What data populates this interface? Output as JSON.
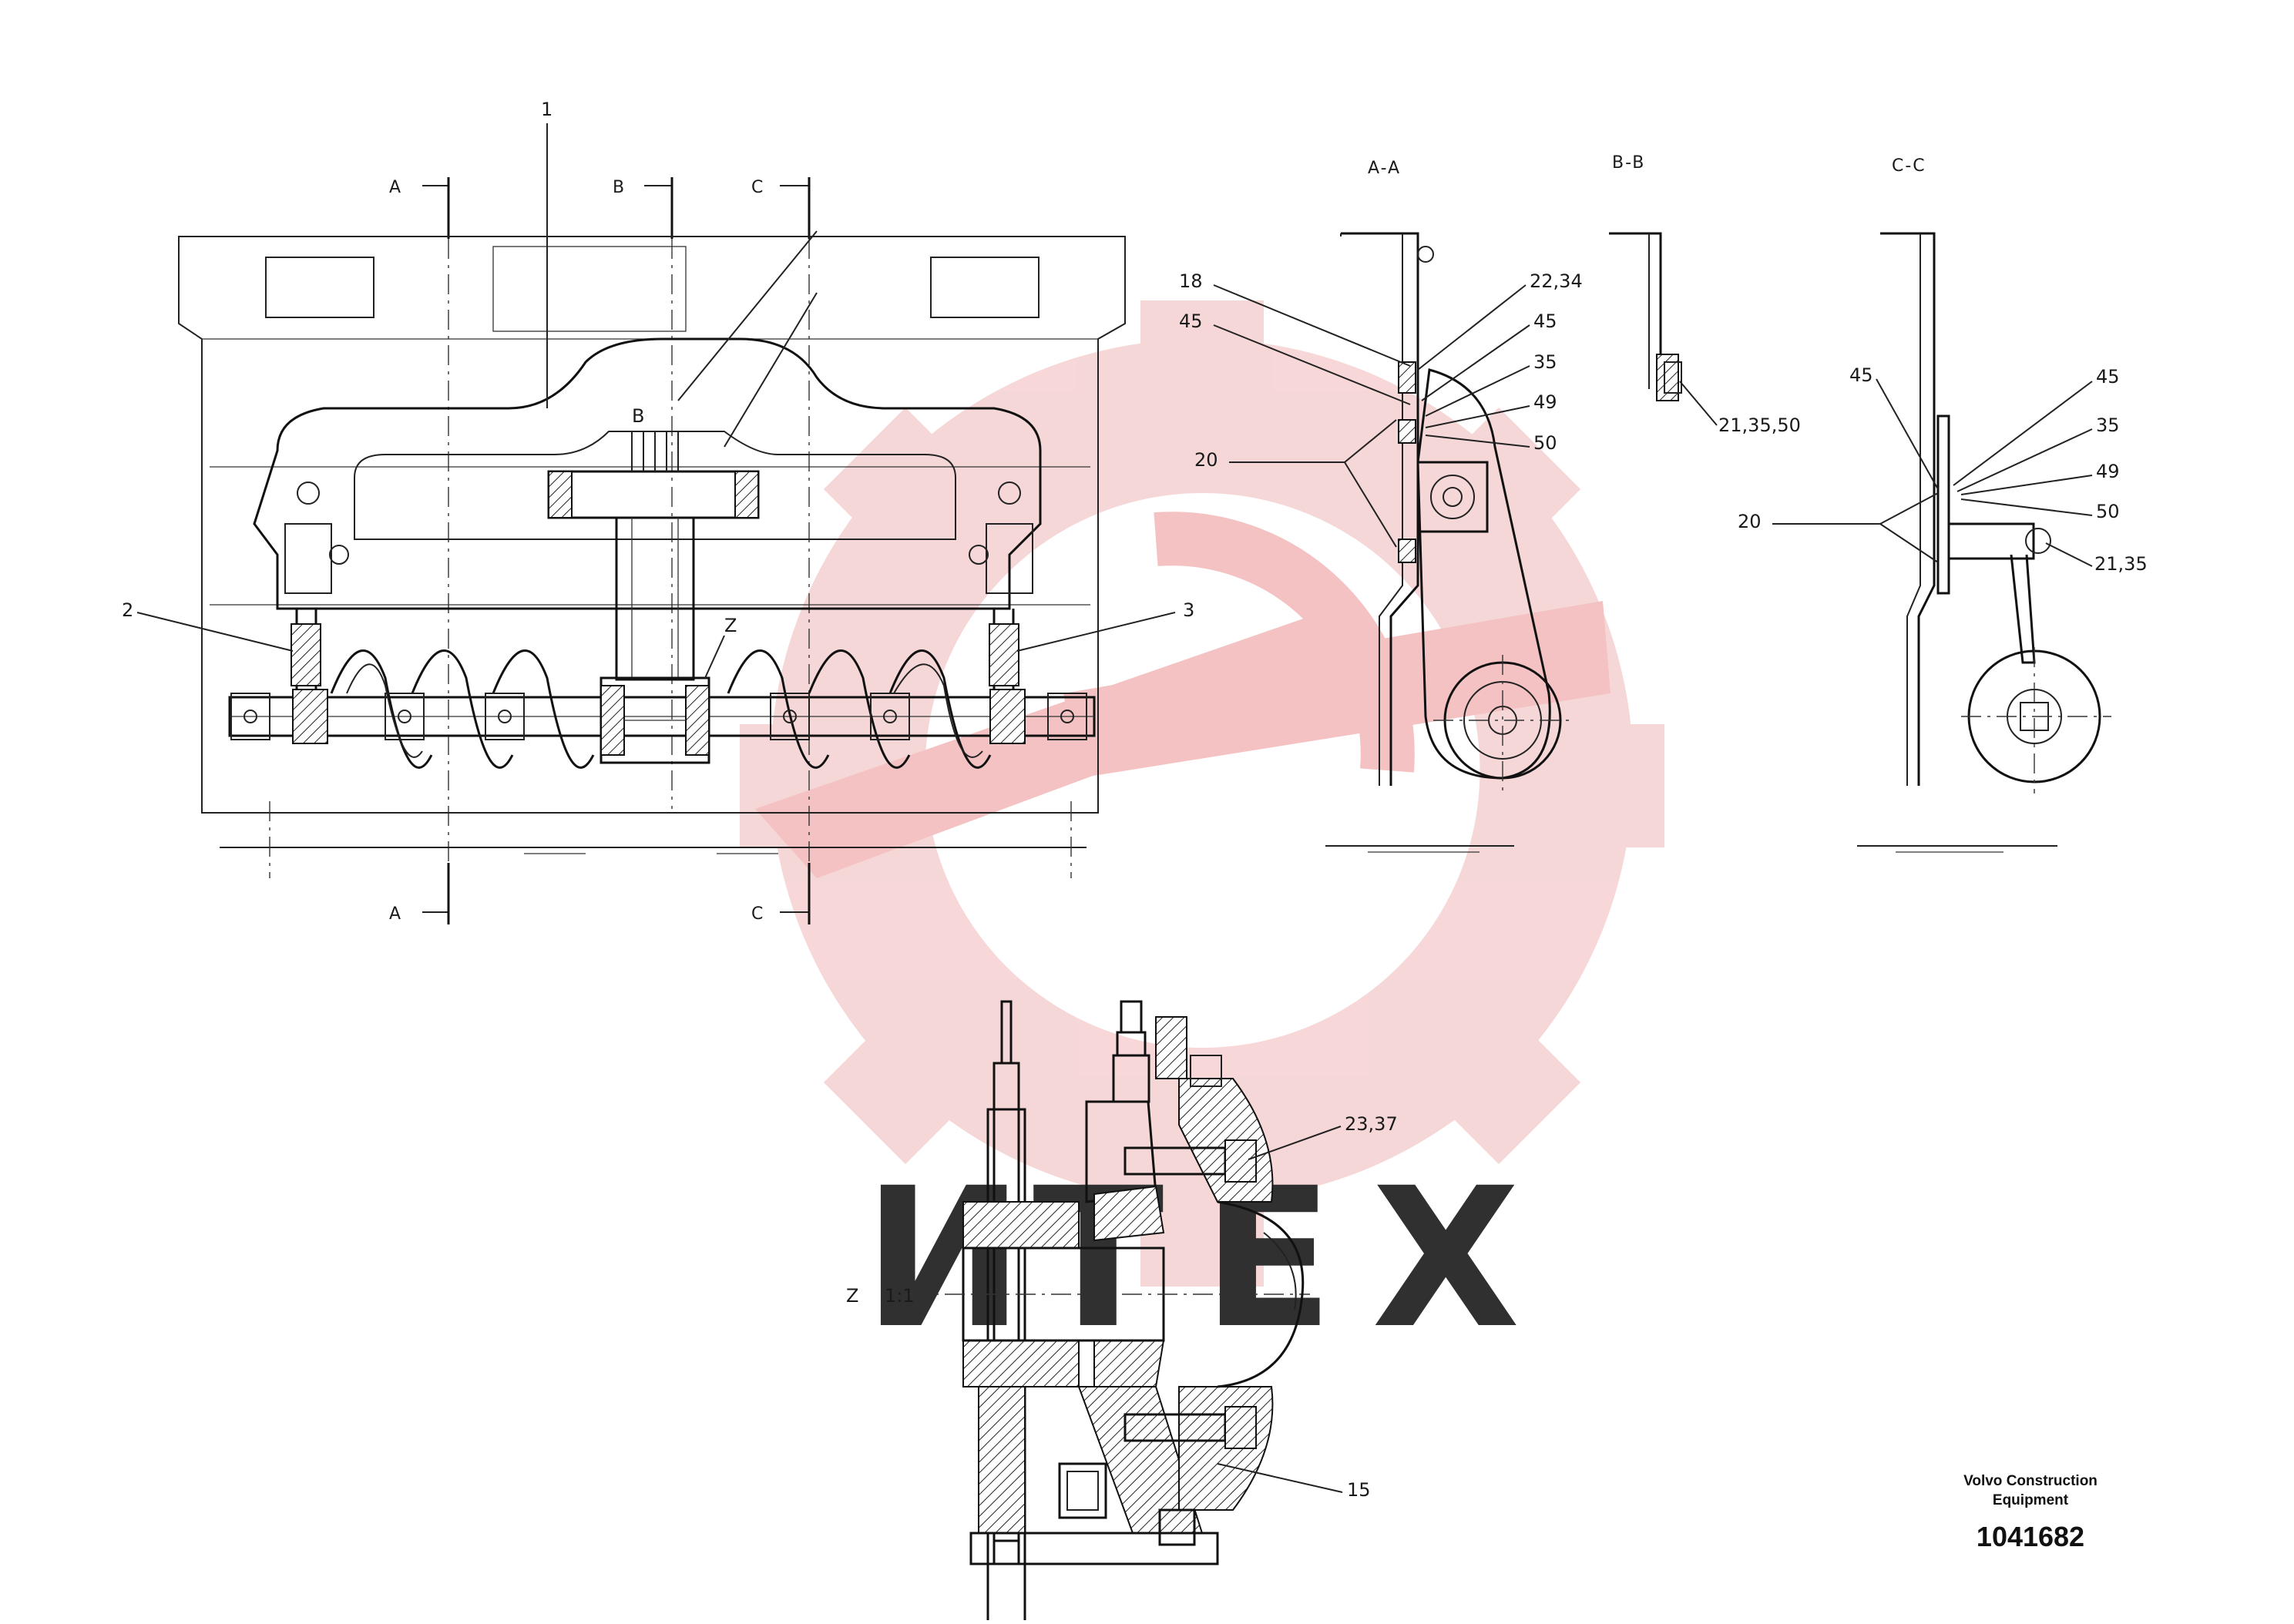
{
  "title_block": {
    "brand_line1": "Volvo Construction",
    "brand_line2": "Equipment",
    "doc_number": "1041682"
  },
  "section_labels": {
    "a_top": "A",
    "b_top": "B",
    "c_top": "C",
    "a_bottom": "A",
    "c_bottom": "C",
    "b_inner": "B",
    "z_marker": "Z",
    "view_aa": "A-A",
    "view_bb": "B-B",
    "view_cc": "C-C",
    "detail_z": "Z",
    "detail_scale": "1:1"
  },
  "main_callouts": {
    "c1": "1",
    "c2": "2",
    "c3": "3"
  },
  "aa_callouts": {
    "c18": "18",
    "c45": "45",
    "c22_34": "22,34",
    "c45b": "45",
    "c35": "35",
    "c49": "49",
    "c50": "50",
    "c20": "20"
  },
  "bb_callouts": {
    "c21_35_50": "21,35,50"
  },
  "cc_callouts": {
    "c45l": "45",
    "c45r": "45",
    "c35": "35",
    "c49": "49",
    "c50": "50",
    "c20": "20",
    "c21_35": "21,35"
  },
  "z_callouts": {
    "c23_37": "23,37",
    "c15": "15"
  },
  "colors": {
    "ink": "#222222",
    "watermark": "#f4c8c8"
  }
}
